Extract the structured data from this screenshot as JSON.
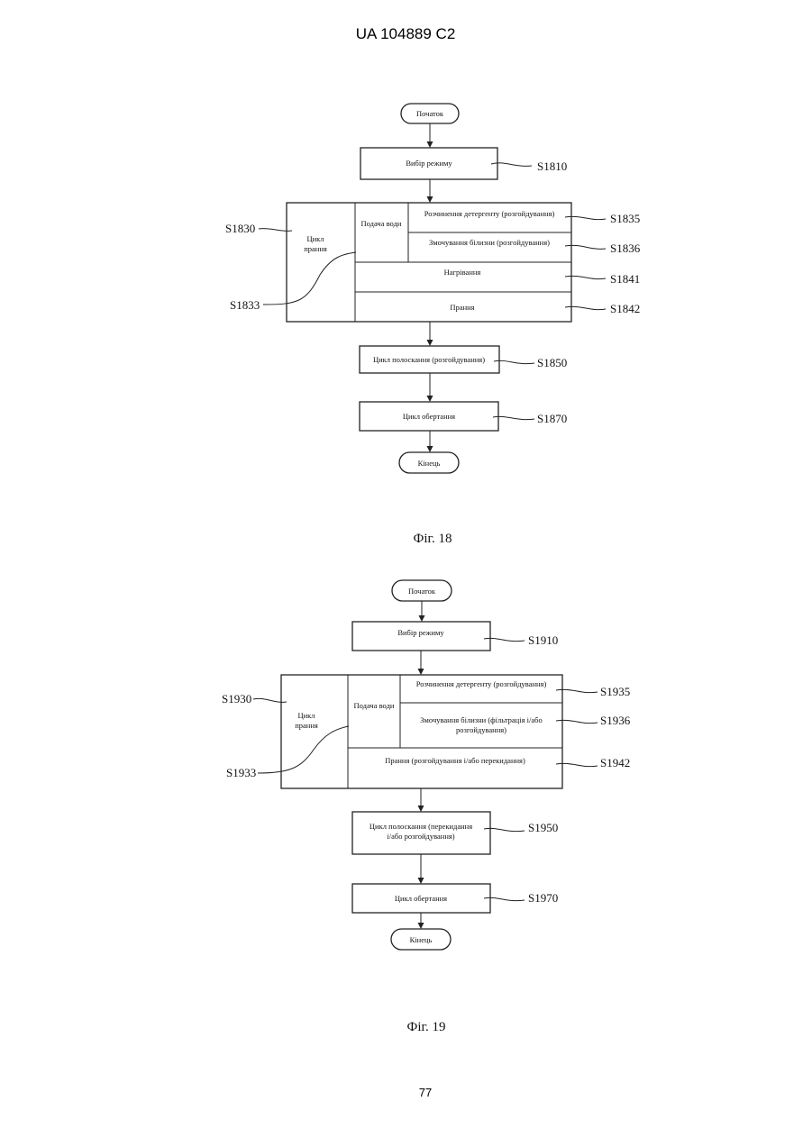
{
  "header": "UA   104889   C2",
  "page_number": "77",
  "fig18": {
    "caption": "Фіг. 18",
    "start": "Початок",
    "mode": "Вибір режиму",
    "wash_cycle": [
      "Цикл",
      "прання"
    ],
    "water_supply": "Подача води",
    "dissolve": "Розчинення детергенту (розгойдування)",
    "wetting": "Змочування білизни (розгойдування)",
    "heating": "Нагрівання",
    "washing": "Прання",
    "rinse": "Цикл полоскання (розгойдування)",
    "spin": "Цикл обертання",
    "end": "Кінець",
    "labels": {
      "mode": "S1810",
      "wash": "S1830",
      "water": "S1833",
      "dissolve": "S1835",
      "wetting": "S1836",
      "heating": "S1841",
      "washing": "S1842",
      "rinse": "S1850",
      "spin": "S1870"
    }
  },
  "fig19": {
    "caption": "Фіг. 19",
    "start": "Початок",
    "mode": "Вибір режиму",
    "wash_cycle": [
      "Цикл",
      "прання"
    ],
    "water_supply": "Подача води",
    "dissolve": "Розчинення детергенту (розгойдування)",
    "wetting": [
      "Змочування білизни (фільтрація і/або",
      "розгойдування)"
    ],
    "washing": "Прання (розгойдування і/або перекидання)",
    "rinse": [
      "Цикл полоскання (перекидання",
      "і/або розгойдування)"
    ],
    "spin": "Цикл обертання",
    "end": "Кінець",
    "labels": {
      "mode": "S1910",
      "wash": "S1930",
      "water": "S1933",
      "dissolve": "S1935",
      "wetting": "S1936",
      "washing": "S1942",
      "rinse": "S1950",
      "spin": "S1970"
    }
  }
}
